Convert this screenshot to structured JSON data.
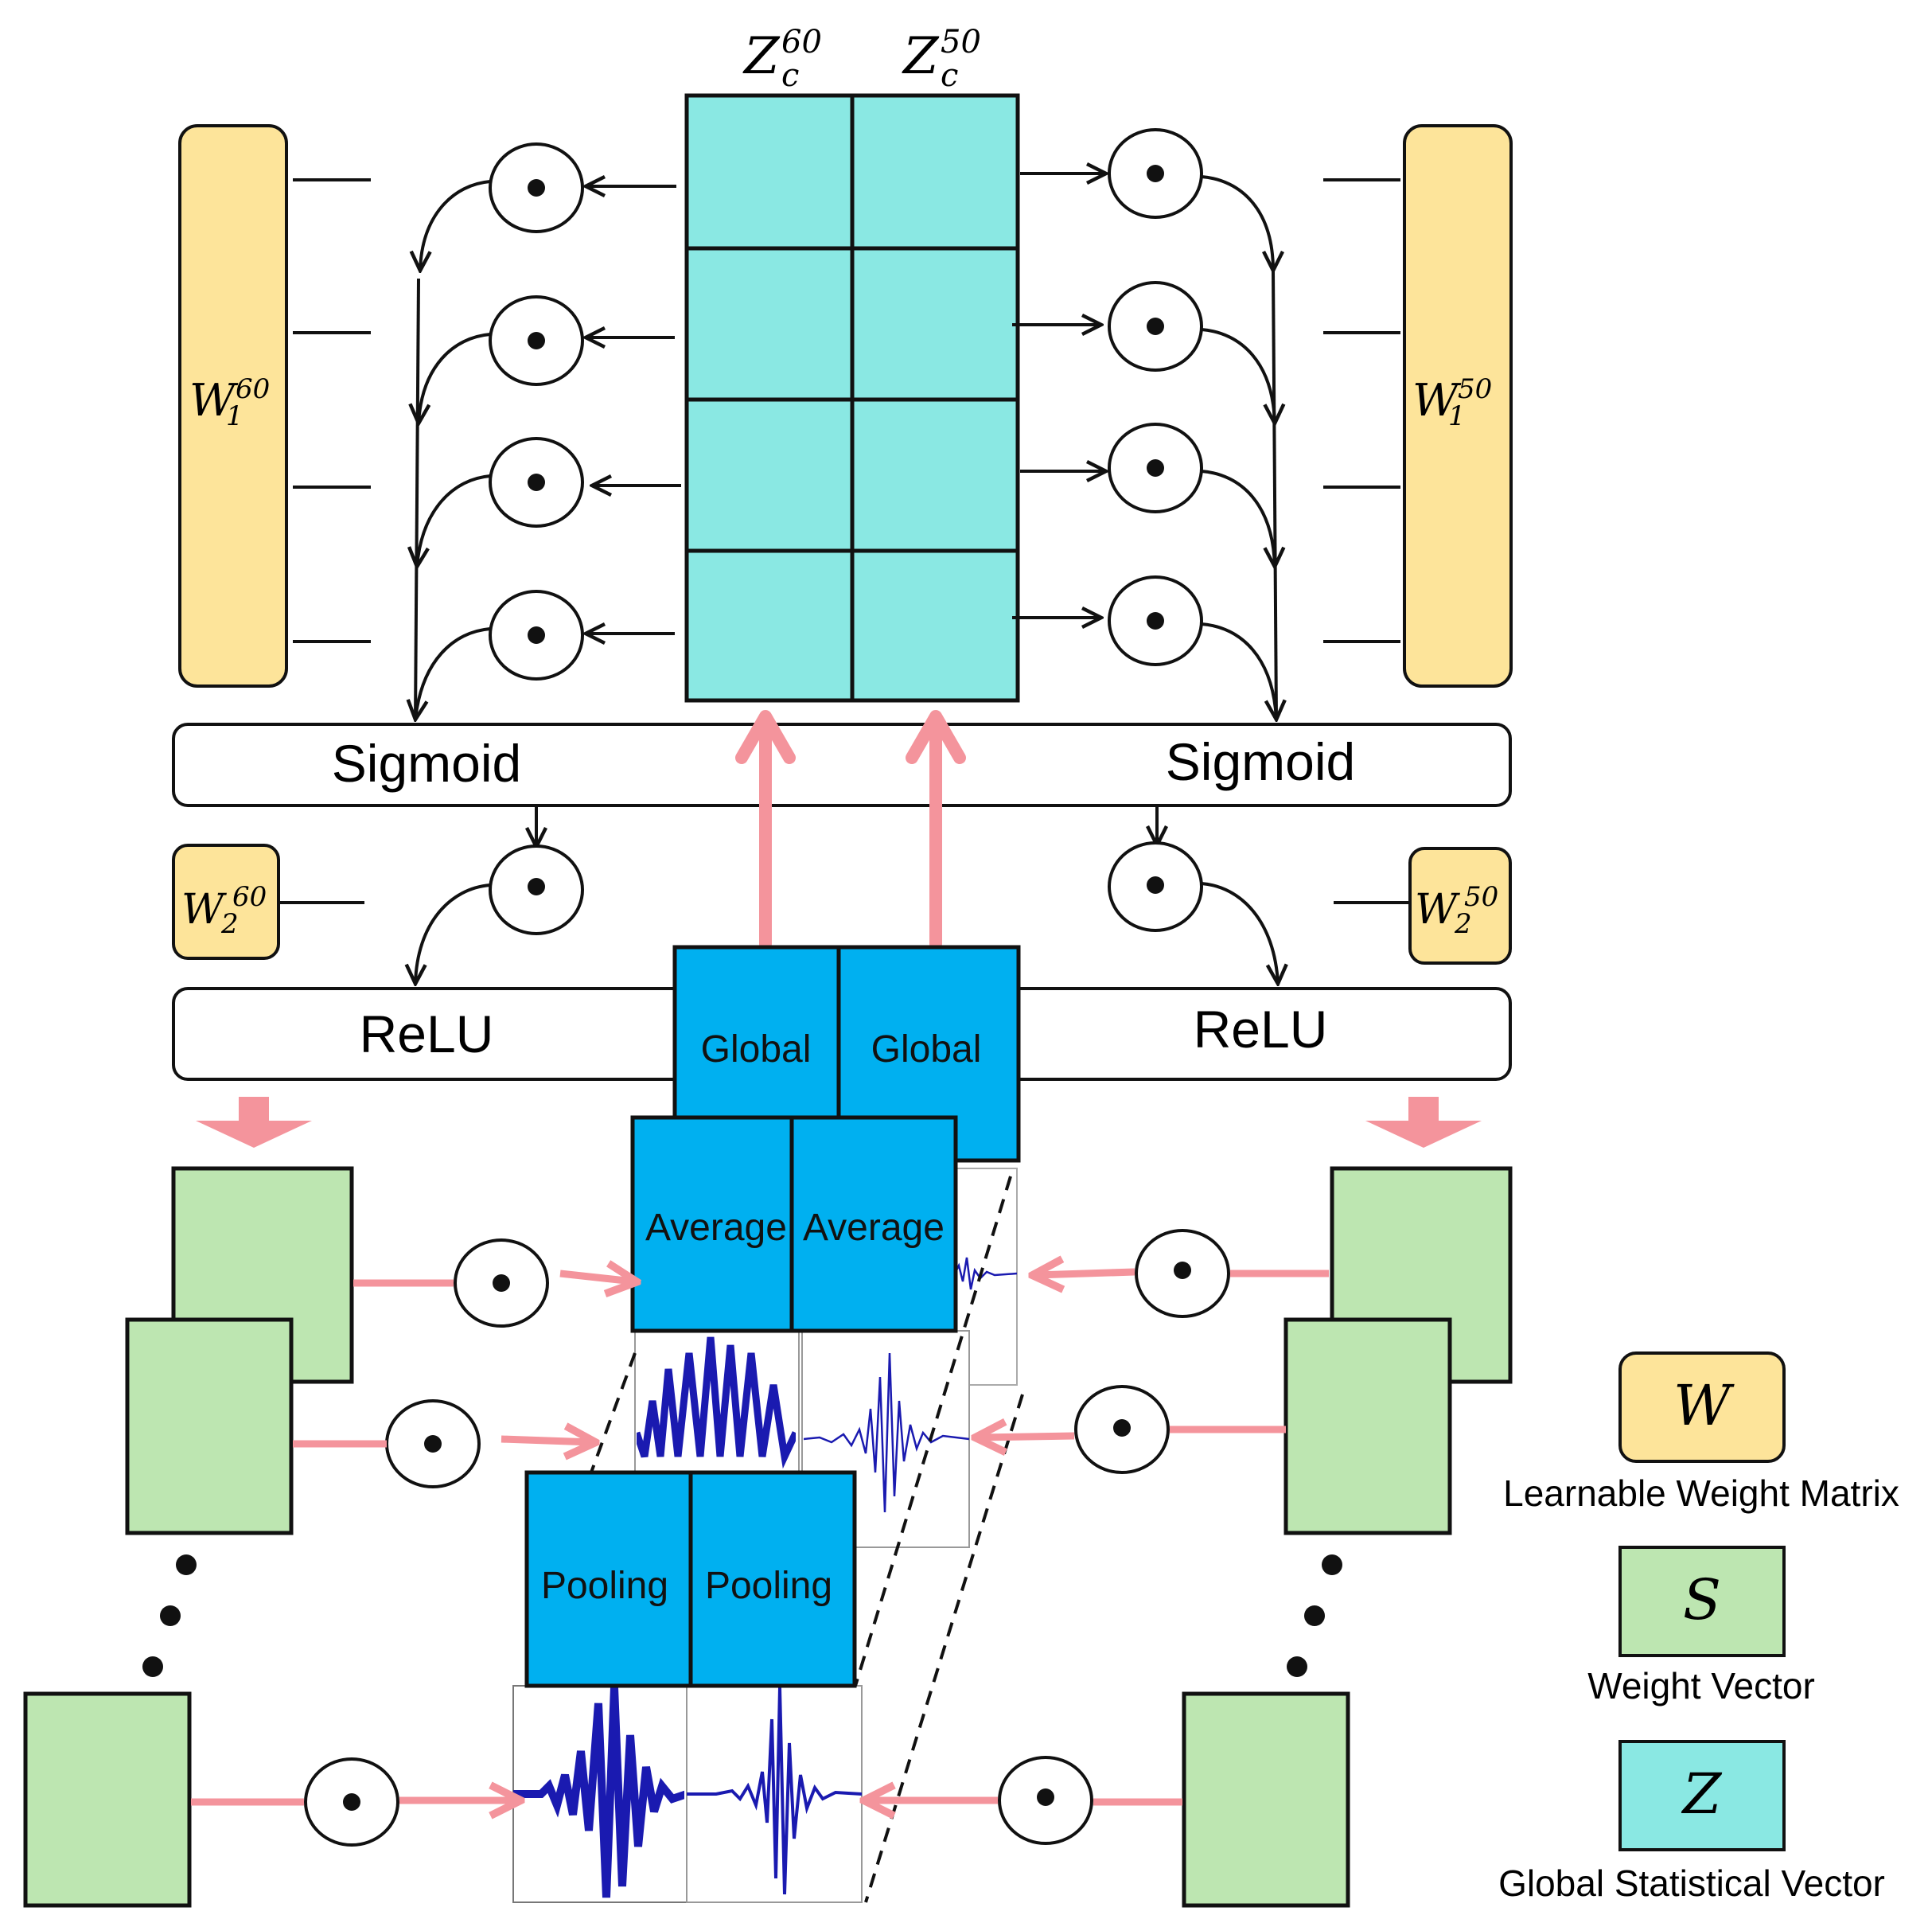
{
  "colors": {
    "weight_matrix_fill": "#fde49a",
    "weight_vector_fill": "#bde6b1",
    "global_vector_fill": "#8ae8e3",
    "pooling_fill": "#00b0f0",
    "pink_arrow": "#f4949c",
    "signal_blue": "#0000cc",
    "stroke": "#111111"
  },
  "labels": {
    "z_left": {
      "base": "Z",
      "sub": "c",
      "sup": "60"
    },
    "z_right": {
      "base": "Z",
      "sub": "c",
      "sup": "50"
    },
    "w1_left": {
      "base": "W",
      "sub": "1",
      "sup": "60"
    },
    "w1_right": {
      "base": "W",
      "sub": "1",
      "sup": "50"
    },
    "w2_left": {
      "base": "W",
      "sub": "2",
      "sup": "60"
    },
    "w2_right": {
      "base": "W",
      "sub": "2",
      "sup": "50"
    },
    "sigmoid_left": "Sigmoid",
    "sigmoid_right": "Sigmoid",
    "relu_left": "ReLU",
    "relu_right": "ReLU",
    "gap_layer1": [
      "Global",
      "Global"
    ],
    "gap_layer2": [
      "Average",
      "Average"
    ],
    "gap_layer3": [
      "Pooling",
      "Pooling"
    ]
  },
  "legend": [
    {
      "symbol": "W",
      "label": "Learnable Weight Matrix",
      "fill_key": "weight_matrix_fill"
    },
    {
      "symbol": "S",
      "label": "Weight Vector",
      "fill_key": "weight_vector_fill"
    },
    {
      "symbol": "Z",
      "label": "Global Statistical Vector",
      "fill_key": "global_vector_fill"
    }
  ],
  "symbols": {
    "product": "⊙"
  }
}
